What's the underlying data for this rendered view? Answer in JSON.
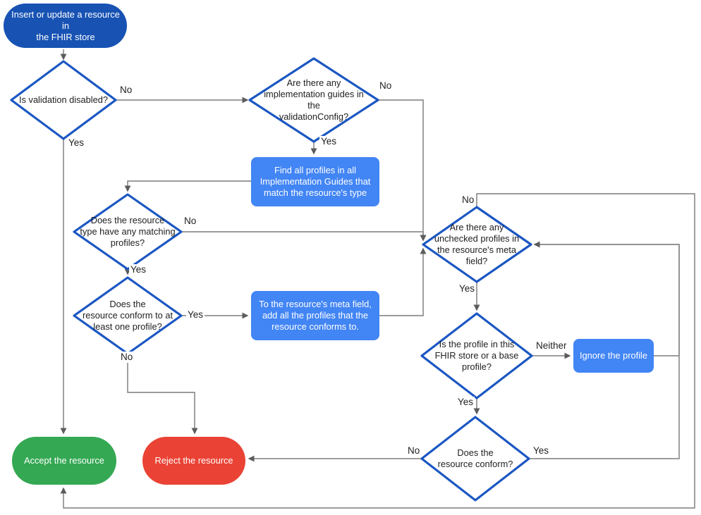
{
  "diagram": {
    "description": "FHIR store resource validation flowchart",
    "nodes": {
      "start": {
        "type": "terminator",
        "label": "Insert or update a resource in\nthe FHIR store"
      },
      "is_validation_disabled": {
        "type": "decision",
        "label": "Is validation disabled?"
      },
      "implementation_guides": {
        "type": "decision",
        "label": "Are there any\nimplementation guides in the\nvalidationConfig?"
      },
      "find_profiles": {
        "type": "process",
        "label": "Find all profiles in all\nImplementation Guides that\nmatch the resource's type"
      },
      "matching_profiles": {
        "type": "decision",
        "label": "Does the resource\ntype have any matching\nprofiles?"
      },
      "conform_one_profile": {
        "type": "decision",
        "label": "Does the\nresource conform to at\nleast one profile?"
      },
      "add_profiles_meta": {
        "type": "process",
        "label": "To the resource's meta field,\nadd all the profiles that the\nresource conforms to."
      },
      "unchecked_profiles": {
        "type": "decision",
        "label": "Are there any\nunchecked profiles in\nthe resource's meta\nfield?"
      },
      "profile_in_store": {
        "type": "decision",
        "label": "Is the profile in this\nFHIR store or a base\nprofile?"
      },
      "ignore_profile": {
        "type": "process",
        "label": "Ignore the profile"
      },
      "does_conform": {
        "type": "decision",
        "label": "Does the\nresource conform?"
      },
      "accept": {
        "type": "terminator",
        "label": "Accept the resource"
      },
      "reject": {
        "type": "terminator",
        "label": "Reject the resource"
      }
    },
    "edge_labels": {
      "validation_no": "No",
      "validation_yes": "Yes",
      "guides_no": "No",
      "guides_yes": "Yes",
      "matching_no": "No",
      "matching_yes": "Yes",
      "conform_one_yes": "Yes",
      "conform_one_no": "No",
      "unchecked_no": "No",
      "unchecked_yes": "Yes",
      "profile_neither": "Neither",
      "profile_yes": "Yes",
      "conform_no": "No",
      "conform_yes": "Yes"
    }
  },
  "colors": {
    "start_fill": "#1853b4",
    "decision_stroke": "#1b57c2",
    "decision_fill": "#ffffff",
    "process_fill": "#4285f4",
    "accept_fill": "#34a853",
    "reject_fill": "#ea4335",
    "connector": "#8f8f8f",
    "arrow": "#5c5c5c",
    "text_dark": "#202124",
    "text_light": "#ffffff"
  }
}
